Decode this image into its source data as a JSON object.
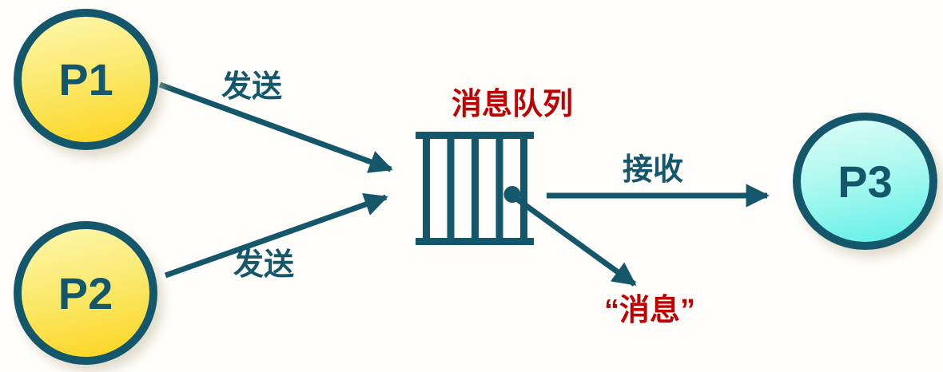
{
  "diagram": {
    "type": "message-queue-ipc-diagram",
    "colors": {
      "teal": "#14576b",
      "red": "#c00000",
      "node_yellow_top": "#fdf7ae",
      "node_yellow_bottom": "#fcd41d",
      "node_cyan_top": "#defdf7",
      "node_cyan_bottom": "#5df0e8",
      "background": "#fffefb"
    },
    "nodes": [
      {
        "id": "p1",
        "label": "P1",
        "role": "sender"
      },
      {
        "id": "p2",
        "label": "P2",
        "role": "sender"
      },
      {
        "id": "p3",
        "label": "P3",
        "role": "receiver"
      }
    ],
    "labels": {
      "send_p1": "发送",
      "send_p2": "发送",
      "queue_title": "消息队列",
      "receive": "接收",
      "message": "“消息”"
    },
    "edges": [
      {
        "from": "p1",
        "to": "queue",
        "label": "发送"
      },
      {
        "from": "p2",
        "to": "queue",
        "label": "发送"
      },
      {
        "from": "queue",
        "to": "p3",
        "label": "接收"
      },
      {
        "from": "queue-slot",
        "to": "message-label",
        "label": "“消息”"
      }
    ]
  }
}
